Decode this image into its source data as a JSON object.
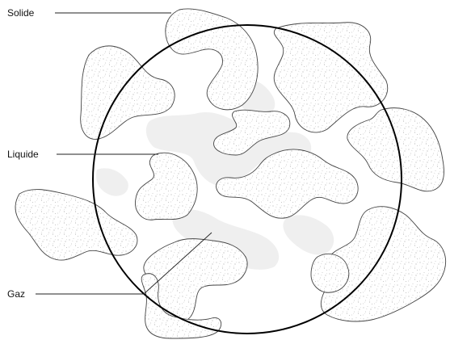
{
  "labels": {
    "solid": "Solide",
    "liquid": "Liquide",
    "gas": "Gaz"
  },
  "colors": {
    "grain_outline": "#444444",
    "liquid_fill": "#efefef",
    "rev_circle": "#000000",
    "text": "#111111"
  }
}
